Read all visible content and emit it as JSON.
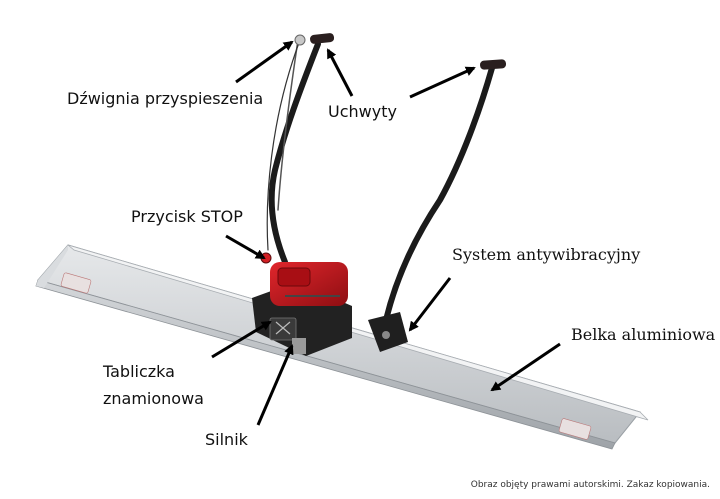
{
  "labels": {
    "dzwignia": "Dźwignia przyspieszenia",
    "uchwyty": "Uchwyty",
    "stop": "Przycisk STOP",
    "system": "System antywibracyjny",
    "belka": "Belka aluminiowa",
    "tabliczka_line1": "Tabliczka",
    "tabliczka_line2": "znamionowa",
    "silnik": "Silnik"
  },
  "copyright": "Obraz objęty prawami autorskimi. Zakaz kopiowania.",
  "colors": {
    "engine_red": "#c4161c",
    "frame_black": "#1b1b1b",
    "beam_silver": "#c9cdd1",
    "arrow_black": "#000000"
  }
}
